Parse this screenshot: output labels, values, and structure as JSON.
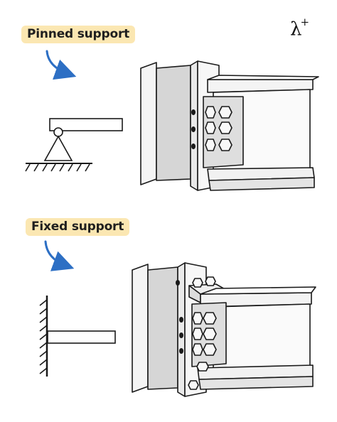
{
  "labels": {
    "pinned": "Pinned support",
    "fixed": "Fixed support"
  },
  "brand": {
    "symbol": "λ",
    "superscript": "+"
  },
  "colors": {
    "label_background": "#fbe7b2",
    "arrow": "#2d6fc4",
    "steel_light": "#f6f6f6",
    "steel_shade": "#d9d9d9",
    "outline": "#1a1a1a"
  },
  "icons": {
    "pinned_diagram": "pin-support-icon",
    "fixed_diagram": "fixed-support-icon",
    "arrows": "curved-arrow-icon"
  }
}
